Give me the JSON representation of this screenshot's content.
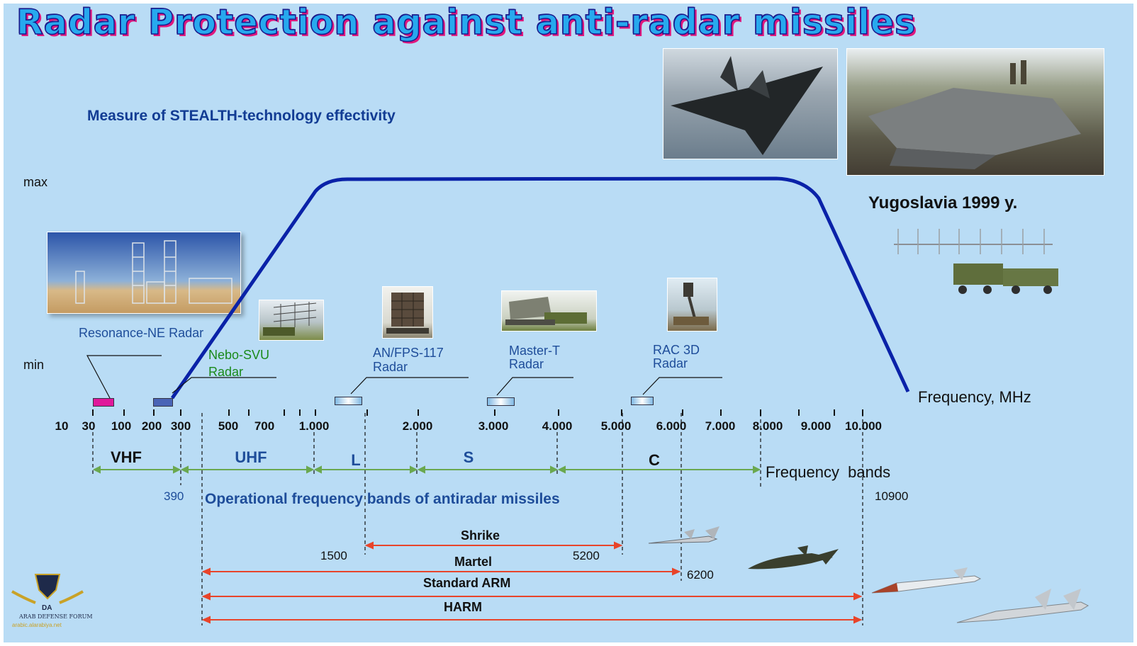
{
  "title": "Radar Protection against anti-radar missiles",
  "subtitle": "Measure of STEALTH-technology effectivity",
  "axis": {
    "max_label": "max",
    "min_label": "min",
    "x_label": "Frequency, MHz"
  },
  "ticks": [
    "10",
    "30",
    "100",
    "200",
    "300",
    "500",
    "700",
    "1.000",
    "2.000",
    "3.000",
    "4.000",
    "5.000",
    "6.000",
    "7.000",
    "8.000",
    "9.000",
    "10.000"
  ],
  "bands": [
    {
      "label": "VHF",
      "color": "#111111"
    },
    {
      "label": "UHF",
      "color": "#1e4d9a"
    },
    {
      "label": "L",
      "color": "#1e4d9a"
    },
    {
      "label": "S",
      "color": "#1e4d9a"
    },
    {
      "label": "C",
      "color": "#111111"
    }
  ],
  "bands_label": "Frequency  bands",
  "radars": [
    {
      "label": "Resonance-NE Radar",
      "swatch_color": "#e0189b"
    },
    {
      "label": "Nebo-SVU",
      "label2": "Radar",
      "swatch_color": "#4a64b6"
    },
    {
      "label": "AN/FPS-117",
      "label2": "Radar",
      "swatch_color": "#d8eefc"
    },
    {
      "label": "Master-T",
      "label2": "Radar",
      "swatch_color": "#d8eefc"
    },
    {
      "label": "RAC 3D",
      "label2": "Radar",
      "swatch_color": "#d8eefc"
    }
  ],
  "caption": "Yugoslavia 1999 y.",
  "missiles_heading": "Operational frequency bands of antiradar missiles",
  "missiles": [
    {
      "name": "Shrike",
      "low": "1500",
      "high": "5200"
    },
    {
      "name": "Martel",
      "low": "390",
      "high": "6200"
    },
    {
      "name": "Standard ARM",
      "low": "390",
      "high": "10900"
    },
    {
      "name": "HARM",
      "low": "390",
      "high": "10900"
    }
  ],
  "range_labels": {
    "low": "390",
    "high": "10900",
    "shrike_low": "1500",
    "shrike_high": "5200",
    "martel_high": "6200"
  },
  "logo": {
    "line1": "ARAB DEFENSE FORUM",
    "line2": "arabic.alarabiya.net",
    "mono": "DA"
  },
  "colors": {
    "curve": "#0a22a8",
    "band_arrow": "#6aa84f",
    "missile_arrow": "#e8442a",
    "title": "#27a9ee"
  }
}
